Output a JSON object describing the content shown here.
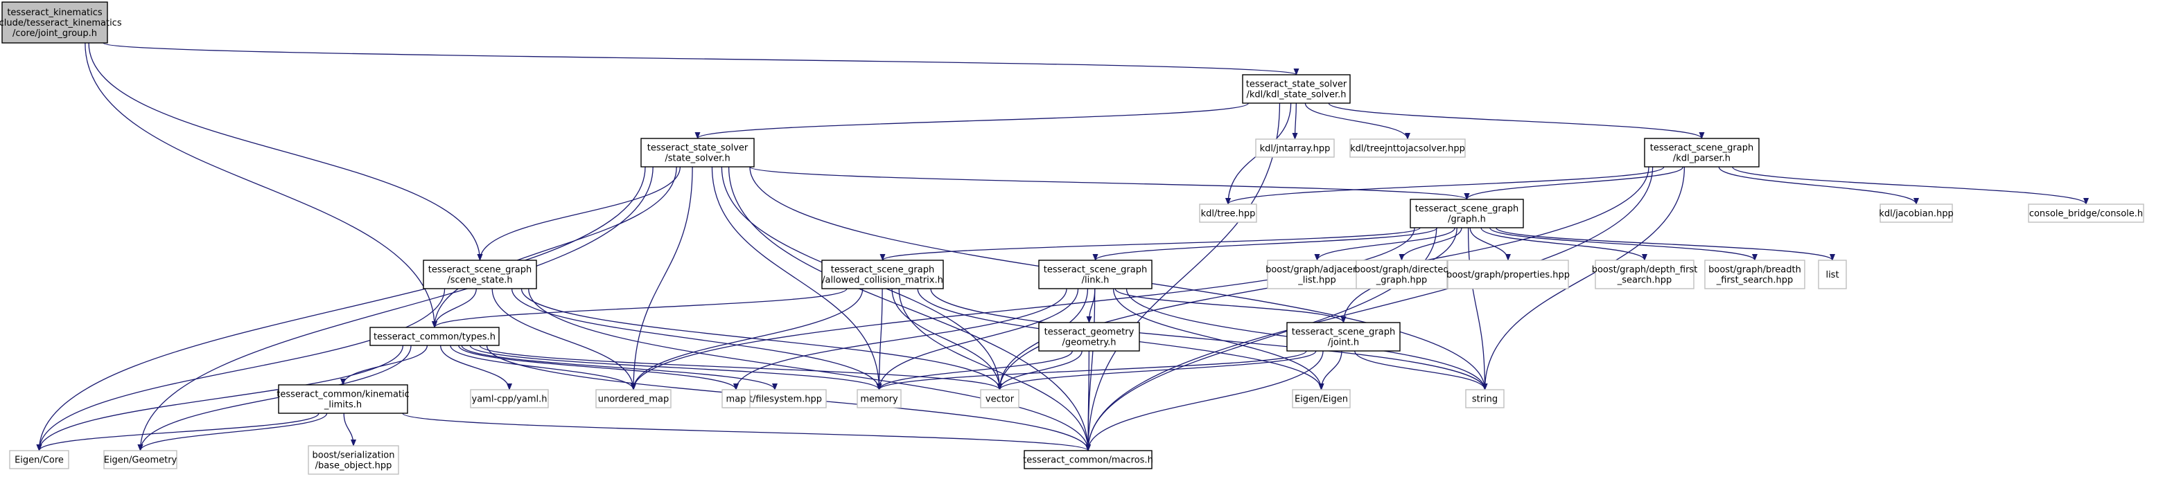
{
  "nodes": {
    "joint_group": [
      "tesseract_kinematics",
      "/include/tesseract_kinematics",
      "/core/joint_group.h"
    ],
    "kdl_state_solver": [
      "tesseract_state_solver",
      "/kdl/kdl_state_solver.h"
    ],
    "state_solver": [
      "tesseract_state_solver",
      "/state_solver.h"
    ],
    "kdl_parser": [
      "tesseract_scene_graph",
      "/kdl_parser.h"
    ],
    "kdl_jntarray": [
      "kdl/jntarray.hpp"
    ],
    "kdl_treejnttojac": [
      "kdl/treejnttojacsolver.hpp"
    ],
    "kdl_tree": [
      "kdl/tree.hpp"
    ],
    "graph": [
      "tesseract_scene_graph",
      "/graph.h"
    ],
    "kdl_jacobian": [
      "kdl/jacobian.hpp"
    ],
    "console": [
      "console_bridge/console.h"
    ],
    "scene_state": [
      "tesseract_scene_graph",
      "/scene_state.h"
    ],
    "acm": [
      "tesseract_scene_graph",
      "/allowed_collision_matrix.h"
    ],
    "link": [
      "tesseract_scene_graph",
      "/link.h"
    ],
    "adjacency": [
      "boost/graph/adjacency",
      "_list.hpp"
    ],
    "directed": [
      "boost/graph/directed",
      "_graph.hpp"
    ],
    "properties": [
      "boost/graph/properties.hpp"
    ],
    "depth_first": [
      "boost/graph/depth_first",
      "_search.hpp"
    ],
    "breadth_first": [
      "boost/graph/breadth",
      "_first_search.hpp"
    ],
    "list": [
      "list"
    ],
    "types": [
      "tesseract_common/types.h"
    ],
    "geometry": [
      "tesseract_geometry",
      "/geometry.h"
    ],
    "joint": [
      "tesseract_scene_graph",
      "/joint.h"
    ],
    "boost_fs": [
      "boost/filesystem.hpp"
    ],
    "kin_limits": [
      "tesseract_common/kinematic",
      "_limits.h"
    ],
    "yaml": [
      "yaml-cpp/yaml.h"
    ],
    "unordered_map": [
      "unordered_map"
    ],
    "map": [
      "map"
    ],
    "memory": [
      "memory"
    ],
    "vector": [
      "vector"
    ],
    "eigen_eigen": [
      "Eigen/Eigen"
    ],
    "string": [
      "string"
    ],
    "eigen_core": [
      "Eigen/Core"
    ],
    "eigen_geometry": [
      "Eigen/Geometry"
    ],
    "boost_serial": [
      "boost/serialization",
      "/base_object.hpp"
    ],
    "macros": [
      "tesseract_common/macros.h"
    ]
  }
}
